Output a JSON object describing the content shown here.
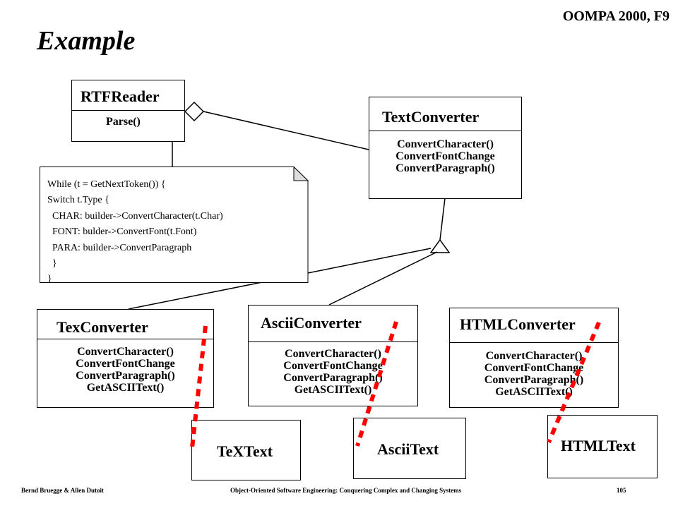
{
  "header": {
    "course": "OOMPA 2000, F9"
  },
  "title": "Example",
  "rtfreader": {
    "name": "RTFReader",
    "ops": [
      "Parse()"
    ]
  },
  "textconverter": {
    "name": "TextConverter",
    "ops": [
      "ConvertCharacter()",
      "ConvertFontChange",
      "ConvertParagraph()"
    ]
  },
  "note": {
    "lines": [
      "While (t = GetNextToken()) {",
      "Switch t.Type {",
      "  CHAR: builder->ConvertCharacter(t.Char)",
      "  FONT: bulder->ConvertFont(t.Font)",
      "  PARA: builder->ConvertParagraph",
      "  }",
      "}"
    ]
  },
  "texconverter": {
    "name": "TexConverter",
    "ops": [
      "ConvertCharacter()",
      "ConvertFontChange",
      "ConvertParagraph()",
      "GetASCIIText()"
    ]
  },
  "asciiconverter": {
    "name": "AsciiConverter",
    "ops": [
      "ConvertCharacter()",
      "ConvertFontChange",
      "ConvertParagraph()",
      "GetASCIIText()"
    ]
  },
  "htmlconverter": {
    "name": "HTMLConverter",
    "ops": [
      "ConvertCharacter()",
      "ConvertFontChange",
      "ConvertParagraph()",
      "GetASCIIText()"
    ]
  },
  "products": {
    "tex": "TeXText",
    "ascii": "AsciiText",
    "html": "HTMLText"
  },
  "footer": {
    "authors": "Bernd Bruegge & Allen Dutoit",
    "book": "Object-Oriented Software Engineering: Conquering Complex and Changing Systems",
    "page": "105"
  },
  "colors": {
    "dependency": "#ff0000",
    "line": "#000000"
  }
}
